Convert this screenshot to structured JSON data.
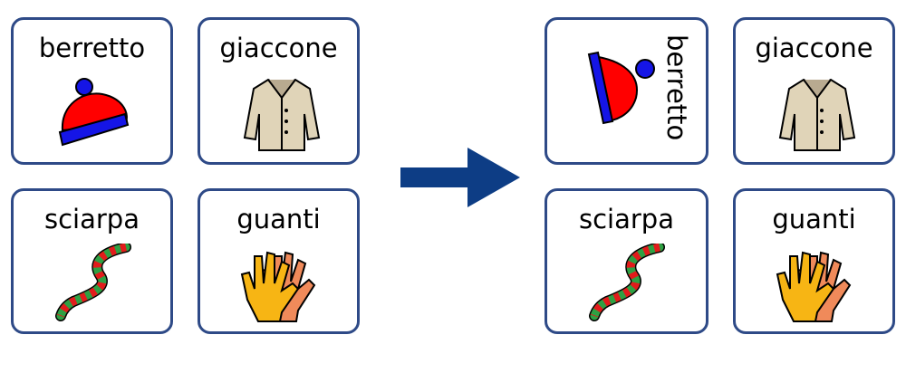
{
  "before": {
    "cards": [
      {
        "label": "berretto",
        "icon": "hat-icon"
      },
      {
        "label": "giaccone",
        "icon": "coat-icon"
      },
      {
        "label": "sciarpa",
        "icon": "scarf-icon"
      },
      {
        "label": "guanti",
        "icon": "gloves-icon"
      }
    ]
  },
  "after": {
    "cards": [
      {
        "label": "berretto",
        "icon": "hat-icon",
        "label_orientation": "rotated-90"
      },
      {
        "label": "giaccone",
        "icon": "coat-icon"
      },
      {
        "label": "sciarpa",
        "icon": "scarf-icon"
      },
      {
        "label": "guanti",
        "icon": "gloves-icon"
      }
    ]
  },
  "arrow": {
    "icon": "arrow-right-icon",
    "color": "#0d3d85"
  },
  "colors": {
    "border": "#2e4a87",
    "hat": "#ff0000",
    "hat_band": "#1010e0",
    "coat": "#e0d4b8",
    "glove_yellow": "#f7b514",
    "glove_orange": "#f08a5a",
    "scarf_red": "#e21b1b",
    "scarf_green": "#2ea043"
  }
}
